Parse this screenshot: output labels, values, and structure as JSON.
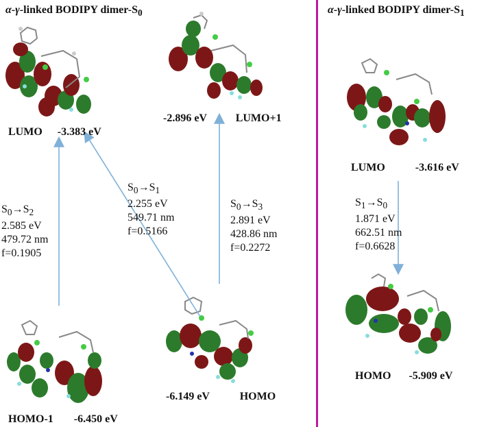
{
  "left_panel": {
    "title_prefix": "α-γ-",
    "title_rest": "linked BODIPY dimer-S",
    "title_sub": "0"
  },
  "right_panel": {
    "title_prefix": "α-γ-",
    "title_rest": "linked BODIPY dimer-S",
    "title_sub": "1"
  },
  "orbitals_s0": {
    "lumo": {
      "name": "LUMO",
      "energy": "-3.383 eV"
    },
    "lumo_plus1": {
      "name": "LUMO+1",
      "energy": "-2.896 eV"
    },
    "homo": {
      "name": "HOMO",
      "energy": "-6.149 eV"
    },
    "homo_minus1": {
      "name": "HOMO-1",
      "energy": "-6.450 eV"
    }
  },
  "orbitals_s1": {
    "lumo": {
      "name": "LUMO",
      "energy": "-3.616 eV"
    },
    "homo": {
      "name": "HOMO",
      "energy": "-5.909 eV"
    }
  },
  "transitions": [
    {
      "state_from": "S",
      "sub_from": "0",
      "arrow": "→",
      "state_to": "S",
      "sub_to": "2",
      "energy": "2.585 eV",
      "wavelength": "479.72 nm",
      "osc": "f=0.1905"
    },
    {
      "state_from": "S",
      "sub_from": "0",
      "arrow": "→",
      "state_to": "S",
      "sub_to": "1",
      "energy": "2.255 eV",
      "wavelength": "549.71 nm",
      "osc": "f=0.5166"
    },
    {
      "state_from": "S",
      "sub_from": "0",
      "arrow": "→",
      "state_to": "S",
      "sub_to": "3",
      "energy": "2.891 eV",
      "wavelength": "428.86 nm",
      "osc": "f=0.2272"
    },
    {
      "state_from": "S",
      "sub_from": "1",
      "arrow": "→",
      "state_to": "S",
      "sub_to": "0",
      "energy": "1.871 eV",
      "wavelength": "662.51 nm",
      "osc": "f=0.6628"
    }
  ],
  "colors": {
    "arrow": "#7fb0d8",
    "divider": "#c2189b",
    "lobe_red": "#7d1717",
    "lobe_green": "#2c7b2c"
  }
}
